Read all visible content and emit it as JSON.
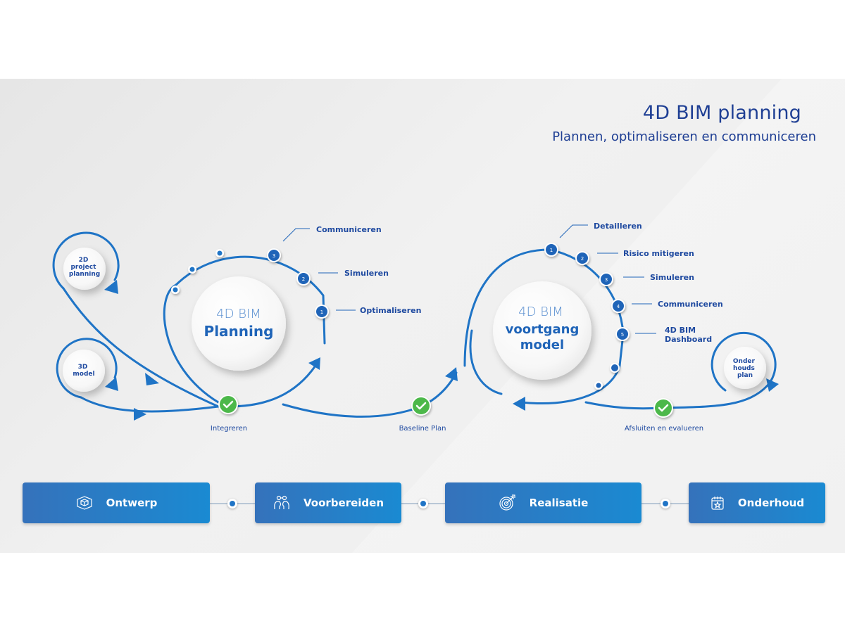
{
  "header": {
    "title": "4D BIM planning",
    "subtitle": "Plannen, optimaliseren en communiceren"
  },
  "inputs": {
    "project_planning": {
      "lines": [
        "2D",
        "project",
        "planning"
      ]
    },
    "model_3d": {
      "lines": [
        "3D",
        "model"
      ]
    }
  },
  "planning_cycle": {
    "title_light": "4D BIM",
    "title_bold": "Planning",
    "steps": [
      {
        "number": "1",
        "label": "Optimaliseren"
      },
      {
        "number": "2",
        "label": "Simuleren"
      },
      {
        "number": "3",
        "label": "Communiceren"
      }
    ]
  },
  "progress_cycle": {
    "title_light": "4D BIM",
    "title_bold_lines": [
      "voortgang",
      "model"
    ],
    "steps": [
      {
        "number": "1",
        "label": "Detailleren"
      },
      {
        "number": "2",
        "label": "Risico mitigeren"
      },
      {
        "number": "3",
        "label": "Simuleren"
      },
      {
        "number": "4",
        "label": "Communiceren"
      },
      {
        "number": "5",
        "label_lines": [
          "4D BIM",
          "Dashboard"
        ]
      }
    ]
  },
  "maintenance_plan": {
    "lines": [
      "Onder",
      "houds",
      "plan"
    ]
  },
  "milestones": [
    {
      "label": "Integreren",
      "status": "done"
    },
    {
      "label": "Baseline Plan",
      "status": "done"
    },
    {
      "label": "Afsluiten en evalueren",
      "status": "done"
    }
  ],
  "stages": [
    {
      "label": "Ontwerp",
      "icon": "cube-icon"
    },
    {
      "label": "Voorbereiden",
      "icon": "collaboration-heads-icon"
    },
    {
      "label": "Realisatie",
      "icon": "target-arrow-icon"
    },
    {
      "label": "Onderhoud",
      "icon": "calendar-star-icon"
    }
  ],
  "colors": {
    "primary_blue": "#1f74c6",
    "text_navy": "#1f3f94",
    "check_green": "#4cb84a",
    "stage_gradient_start": "#3572bb",
    "stage_gradient_end": "#1a8ad2"
  }
}
